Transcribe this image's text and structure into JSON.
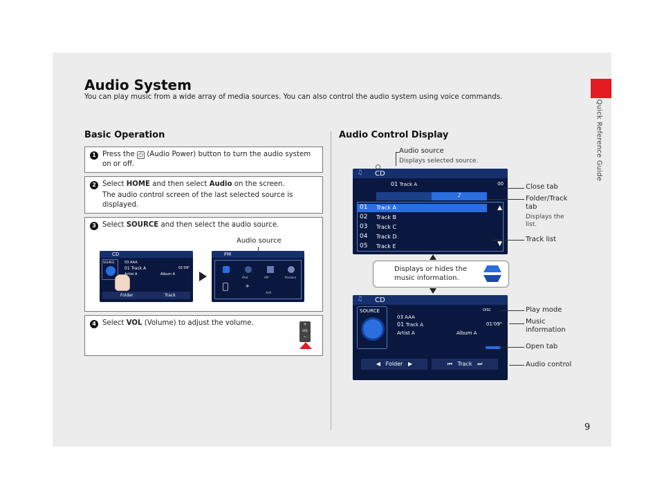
{
  "page": {
    "section_label": "Quick Reference Guide",
    "page_number": "9",
    "title": "Audio System",
    "intro": "You can play music from a wide array of media sources. You can also control the audio system using voice commands."
  },
  "basic": {
    "heading": "Basic Operation",
    "steps": [
      {
        "num": "1",
        "pre": "Press the",
        "icon": "power-icon",
        "post": "(Audio Power) button to turn the audio system on or off."
      },
      {
        "num": "2",
        "pre": "Select",
        "b1": "HOME",
        "mid": "and then select",
        "b2": "Audio",
        "post": "on the screen.",
        "line2": "The audio control screen of the last selected source is displayed."
      },
      {
        "num": "3",
        "pre": "Select",
        "b1": "SOURCE",
        "post": "and then select the audio source.",
        "callout": "Audio source"
      },
      {
        "num": "4",
        "pre": "Select",
        "b1": "VOL",
        "post": "(Volume) to adjust the volume."
      }
    ],
    "mini_cd": {
      "source": "CD",
      "btn": "SOURCE",
      "l1": "03  AAA",
      "l2": "01  Track A",
      "l3": "Artist A",
      "album": "Album A",
      "time": "01'09\"",
      "folder": "Folder",
      "track": "Track"
    },
    "mini_fm": {
      "source": "FM",
      "items": [
        "iPod",
        "AM",
        "Pandora",
        "AUX"
      ]
    },
    "vol": {
      "plus": "+",
      "label": "VOL",
      "minus": "−"
    }
  },
  "display": {
    "heading": "Audio Control Display",
    "source_callout": "Audio source",
    "source_desc": "Displays selected source.",
    "close_tab": "Close tab",
    "folder_track_tab": "Folder/Track tab",
    "folder_track_desc": "Displays the list.",
    "track_list": "Track list",
    "toggle_info": "Displays or hides the music information.",
    "play_mode": "Play mode",
    "music_info": "Music information",
    "open_tab": "Open tab",
    "audio_control": "Audio control",
    "top_screen": {
      "source": "CD",
      "now": "01",
      "now_track": "Track A",
      "right": "00",
      "tracks": [
        {
          "n": "01",
          "t": "Track A"
        },
        {
          "n": "02",
          "t": "Track B"
        },
        {
          "n": "03",
          "t": "Track C"
        },
        {
          "n": "04",
          "t": "Track D"
        },
        {
          "n": "05",
          "t": "Track E"
        }
      ]
    },
    "bottom_screen": {
      "source": "CD",
      "btn": "SOURCE",
      "l1": "03  AAA",
      "l2num": "01",
      "l2": "Track A",
      "artist": "Artist A",
      "album": "Album A",
      "time": "01'09\"",
      "mode": "DISC",
      "folder": "Folder",
      "track": "Track"
    }
  },
  "colors": {
    "accent_red": "#e51b23",
    "screen_bg": "#0a1840",
    "highlight_blue": "#2a6ee0"
  }
}
